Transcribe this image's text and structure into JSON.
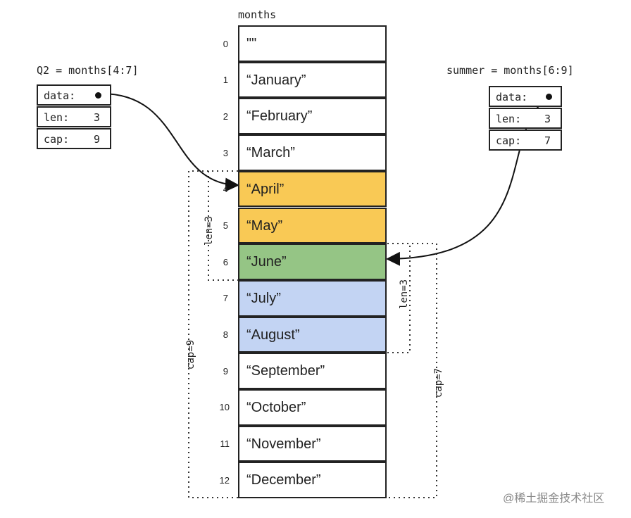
{
  "array_title": "months",
  "cells": [
    {
      "index": "0",
      "text": "\"\"",
      "fill": "#ffffff"
    },
    {
      "index": "1",
      "text": "“January”",
      "fill": "#ffffff"
    },
    {
      "index": "2",
      "text": "“February”",
      "fill": "#ffffff"
    },
    {
      "index": "3",
      "text": "“March”",
      "fill": "#ffffff"
    },
    {
      "index": "4",
      "text": "“April”",
      "fill": "#f9c955"
    },
    {
      "index": "5",
      "text": "“May”",
      "fill": "#f9c955"
    },
    {
      "index": "6",
      "text": "“June”",
      "fill": "#95c585"
    },
    {
      "index": "7",
      "text": "“July”",
      "fill": "#c3d4f3"
    },
    {
      "index": "8",
      "text": "“August”",
      "fill": "#c3d4f3"
    },
    {
      "index": "9",
      "text": "“September”",
      "fill": "#ffffff"
    },
    {
      "index": "10",
      "text": "“October”",
      "fill": "#ffffff"
    },
    {
      "index": "11",
      "text": "“November”",
      "fill": "#ffffff"
    },
    {
      "index": "12",
      "text": "“December”",
      "fill": "#ffffff"
    }
  ],
  "q2": {
    "title": "Q2 = months[4:7]",
    "data_label": "data:",
    "len_label": "len:",
    "len_value": "3",
    "cap_label": "cap:",
    "cap_value": "9"
  },
  "summer": {
    "title": "summer = months[6:9]",
    "data_label": "data:",
    "len_label": "len:",
    "len_value": "3",
    "cap_label": "cap:",
    "cap_value": "7"
  },
  "brackets": {
    "q2_len": "len=3",
    "q2_cap": "cap=9",
    "summer_len": "len=3",
    "summer_cap": "cap=7"
  },
  "highlight_color": "#e07b24",
  "watermark": "@稀土掘金技术社区"
}
